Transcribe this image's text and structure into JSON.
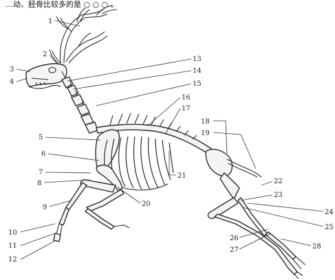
{
  "header": {
    "text": "…动、胫骨比较多的是 ○ ○ ○ 。"
  },
  "labels": [
    "1",
    "2",
    "3",
    "4",
    "5",
    "6",
    "7",
    "8",
    "9",
    "10",
    "11",
    "12",
    "13",
    "14",
    "15",
    "16",
    "17",
    "18",
    "19",
    "20",
    "21",
    "22",
    "23",
    "24",
    "25",
    "26",
    "27",
    "28"
  ]
}
